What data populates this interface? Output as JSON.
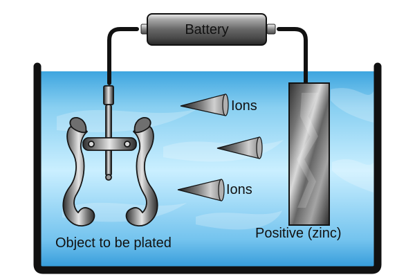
{
  "labels": {
    "battery": "Battery",
    "ions_top": "Ions",
    "ions_bottom": "Ions",
    "object": "Object to be plated",
    "positive": "Positive (zinc)"
  },
  "colors": {
    "water_light": "#bfe8fb",
    "water_mid": "#7cc8ef",
    "water_dark": "#3c9fdc",
    "tank_outline": "#111111",
    "wire": "#1a1a1a",
    "battery_body": "#6f6f6f",
    "metal": "#7b7b7b"
  },
  "icons": {
    "battery": "battery-icon",
    "tool": "gear-puller-icon",
    "electrode": "zinc-electrode-icon",
    "ion": "cone-ion-icon"
  }
}
